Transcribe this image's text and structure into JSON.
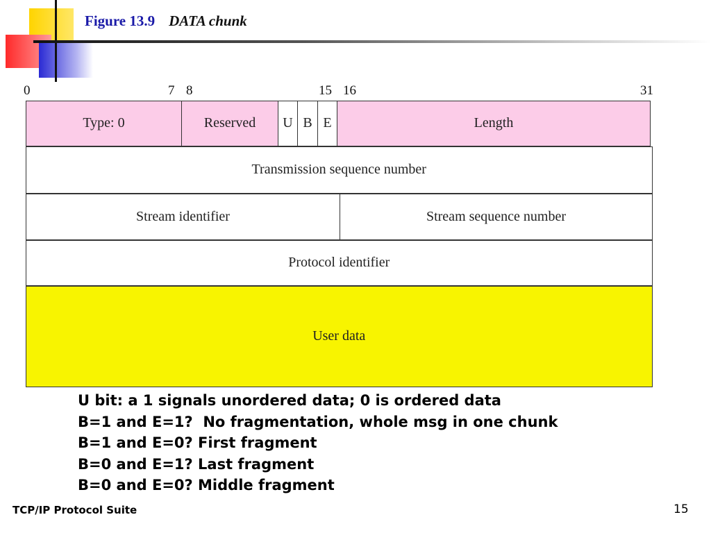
{
  "header": {
    "figure_label": "Figure 13.9",
    "figure_name": "DATA chunk"
  },
  "bit_labels": [
    "0",
    "7",
    "8",
    "15",
    "16",
    "31"
  ],
  "rows": [
    {
      "fields": [
        "Type: 0",
        "Reserved",
        "U",
        "B",
        "E",
        "Length"
      ]
    },
    {
      "fields": [
        "Transmission sequence number"
      ]
    },
    {
      "fields": [
        "Stream identifier",
        "Stream sequence number"
      ]
    },
    {
      "fields": [
        "Protocol identifier"
      ]
    },
    {
      "fields": [
        "User data"
      ]
    }
  ],
  "colors": {
    "header_row": "#fccce8",
    "user_data": "#f8f400",
    "title": "#1a1aa8"
  },
  "notes": [
    "U bit: a 1 signals unordered data; 0 is ordered data",
    "B=1 and E=1?  No fragmentation, whole msg in one chunk",
    "B=1 and E=0? First fragment",
    "B=0 and E=1? Last fragment",
    "B=0 and E=0? Middle fragment"
  ],
  "footer": {
    "left": "TCP/IP Protocol Suite",
    "page_number": "15"
  }
}
